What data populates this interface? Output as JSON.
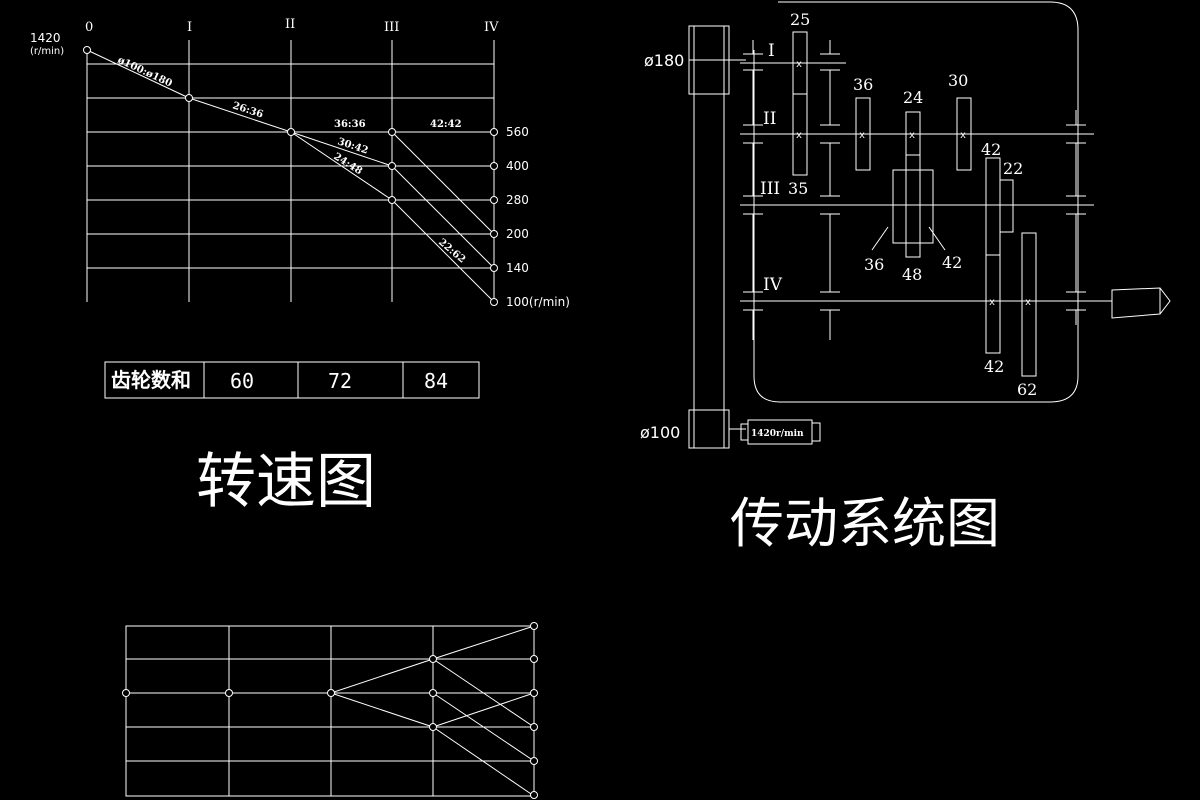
{
  "speed_chart": {
    "top_speed_label": "1420",
    "top_speed_unit": "(r/min)",
    "shaft_labels": [
      "0",
      "I",
      "II",
      "III",
      "IV"
    ],
    "output_speeds": [
      "560",
      "400",
      "280",
      "200",
      "140",
      "100(r/min)"
    ],
    "ratio_labels": [
      "ø100:ø180",
      "26:36",
      "36:36",
      "30:42",
      "24:48",
      "42:42",
      "22:62"
    ]
  },
  "gear_sum_table": {
    "header": "齿轮数和",
    "values": [
      "60",
      "72",
      "84"
    ]
  },
  "speed_title": "转速图",
  "transmission": {
    "pulley_top": "ø180",
    "pulley_bottom": "ø100",
    "motor_label": "1420r/min",
    "shaft_labels": [
      "I",
      "II",
      "III",
      "IV"
    ],
    "gear_numbers": [
      "25",
      "35",
      "36",
      "24",
      "30",
      "42",
      "22",
      "36",
      "48",
      "42",
      "42",
      "62"
    ]
  },
  "transmission_title": "传动系统图"
}
